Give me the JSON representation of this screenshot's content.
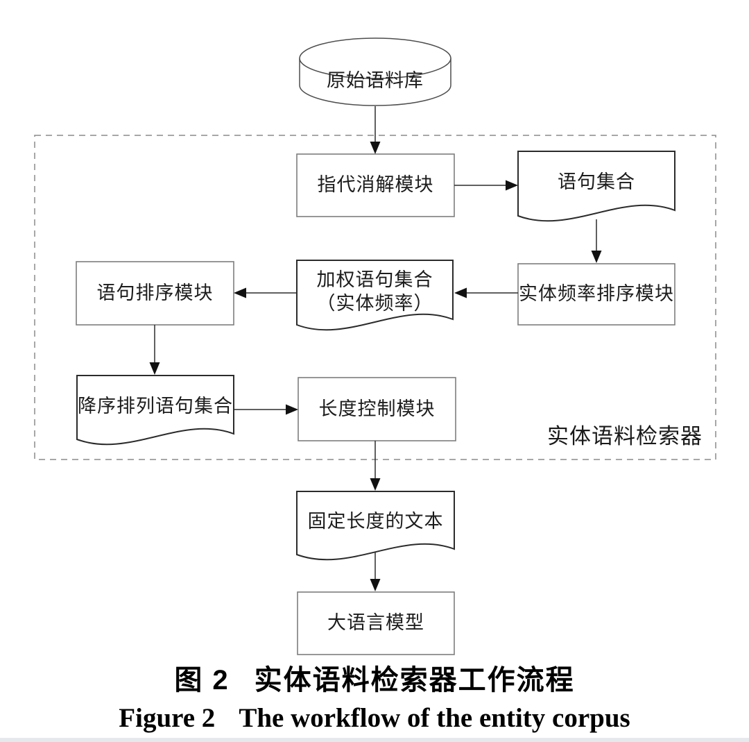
{
  "figure": {
    "nodes": {
      "corpus_db": "原始语料库",
      "coref": "指代消解模块",
      "sentence_set": "语句集合",
      "freq_sort": "实体频率排序模块",
      "weighted_set_line1": "加权语句集合",
      "weighted_set_line2": "（实体频率）",
      "sentence_sort": "语句排序模块",
      "desc_set": "降序排列语句集合",
      "length_control": "长度控制模块",
      "fixed_text": "固定长度的文本",
      "llm": "大语言模型"
    },
    "group_label": "实体语料检索器",
    "edges": [
      {
        "from": "原始语料库",
        "to": "指代消解模块"
      },
      {
        "from": "指代消解模块",
        "to": "语句集合"
      },
      {
        "from": "语句集合",
        "to": "实体频率排序模块"
      },
      {
        "from": "实体频率排序模块",
        "to": "加权语句集合（实体频率）"
      },
      {
        "from": "加权语句集合（实体频率）",
        "to": "语句排序模块"
      },
      {
        "from": "语句排序模块",
        "to": "降序排列语句集合"
      },
      {
        "from": "降序排列语句集合",
        "to": "长度控制模块"
      },
      {
        "from": "长度控制模块",
        "to": "固定长度的文本"
      },
      {
        "from": "固定长度的文本",
        "to": "大语言模型"
      }
    ],
    "caption_zh_label": "图 2",
    "caption_zh_text": "实体语料检索器工作流程",
    "caption_en_label": "Figure 2",
    "caption_en_text": "The workflow of the entity corpus"
  },
  "colors": {
    "ink": "#1c1c1c",
    "box_stroke": "#7d7d7d",
    "document_stroke": "#2b2b2b",
    "dashed_stroke": "#8a8a8a",
    "background": "#ffffff"
  }
}
